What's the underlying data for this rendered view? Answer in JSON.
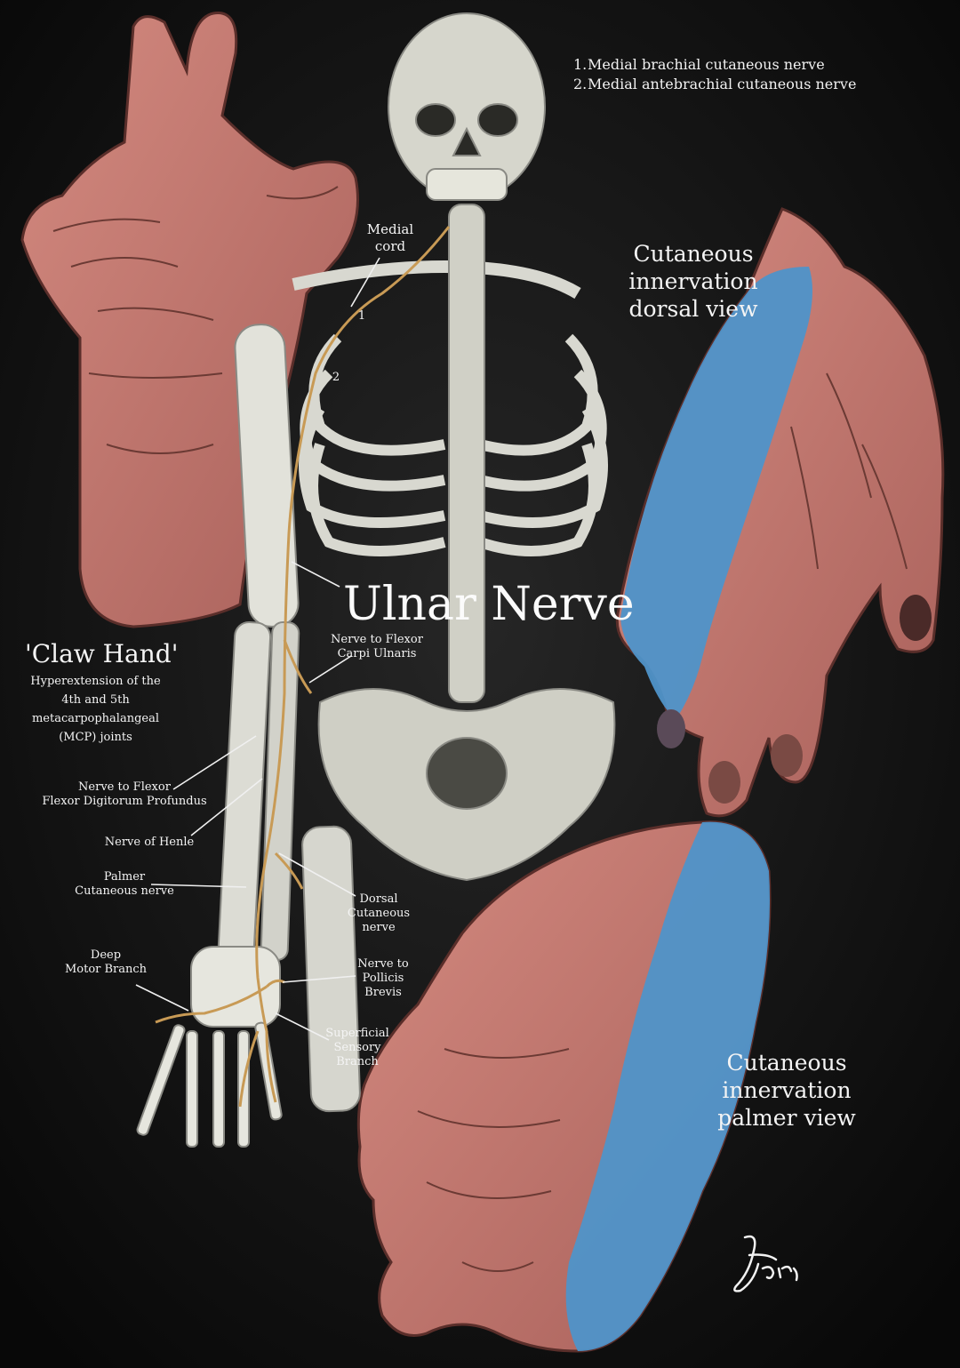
{
  "title": "Ulnar Nerve",
  "legend": [
    {
      "num": "1.",
      "text": "Medial brachial cutaneous nerve"
    },
    {
      "num": "2.",
      "text": "Medial antebrachial cutaneous nerve"
    }
  ],
  "claw_hand": {
    "title": "'Claw Hand'",
    "desc_lines": [
      "Hyperextension of  the",
      "4th and 5th",
      "metacarpophalangeal",
      "(MCP) joints"
    ]
  },
  "views": {
    "dorsal": [
      "Cutaneous",
      "innervation",
      "dorsal view"
    ],
    "palmer": [
      "Cutaneous",
      "innervation",
      "palmer view"
    ]
  },
  "labels": {
    "medial_cord": [
      "Medial",
      "cord"
    ],
    "marker_1": "1",
    "marker_2": "2",
    "flexor_carpi": [
      "Nerve to Flexor",
      "Carpi Ulnaris"
    ],
    "flexor_digitorum": [
      "Nerve to Flexor",
      "Flexor Digitorum Profundus"
    ],
    "henle": "Nerve of Henle",
    "palmer_cutaneous": [
      "Palmer",
      "Cutaneous nerve"
    ],
    "dorsal_cutaneous": [
      "Dorsal",
      "Cutaneous",
      "nerve"
    ],
    "deep_motor": [
      "Deep",
      "Motor Branch"
    ],
    "pollicis": [
      "Nerve to",
      "Pollicis",
      "Brevis"
    ],
    "superficial": [
      "Superficial",
      "Sensory",
      "Branch"
    ]
  },
  "colors": {
    "background": "#0d0d0d",
    "bone": "#dcdcd4",
    "nerve": "#c89a55",
    "skin": "#c9786f",
    "ulnar_zone": "#4f93c9"
  },
  "icons": [
    "signature-mark"
  ]
}
